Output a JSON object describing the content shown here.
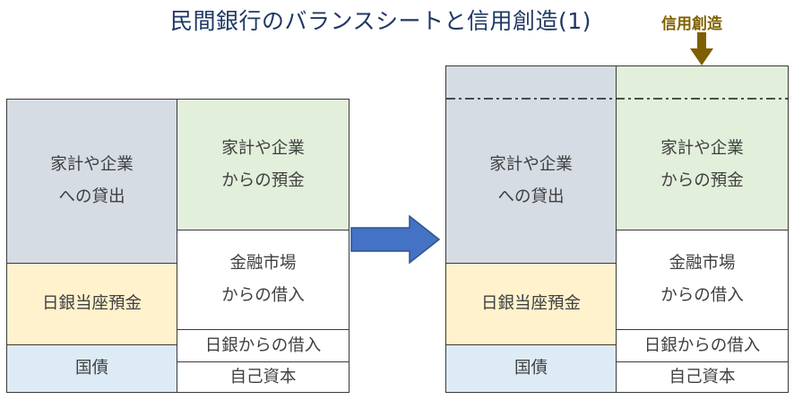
{
  "title": "民間銀行のバランスシートと信用創造(1)",
  "credit_creation": {
    "label": "信用創造",
    "color": "#7f6000"
  },
  "colors": {
    "loans": "#d6dce4",
    "deposits": "#e2efda",
    "boj_deposits": "#fff2cc",
    "jgb": "#ddebf7",
    "transition_arrow": "#4472c4"
  },
  "before": {
    "assets": {
      "loans": [
        "家計や企業",
        "への貸出"
      ],
      "boj_current_deposits": "日銀当座預金",
      "jgb": "国債"
    },
    "liabilities": {
      "deposits": [
        "家計や企業",
        "からの預金"
      ],
      "market_borrowing": [
        "金融市場",
        "からの借入"
      ],
      "boj_borrowing": "日銀からの借入",
      "equity": "自己資本"
    }
  },
  "after": {
    "assets": {
      "loans": [
        "家計や企業",
        "への貸出"
      ],
      "boj_current_deposits": "日銀当座預金",
      "jgb": "国債"
    },
    "liabilities": {
      "deposits": [
        "家計や企業",
        "からの預金"
      ],
      "market_borrowing": [
        "金融市場",
        "からの借入"
      ],
      "boj_borrowing": "日銀からの借入",
      "equity": "自己資本"
    }
  }
}
